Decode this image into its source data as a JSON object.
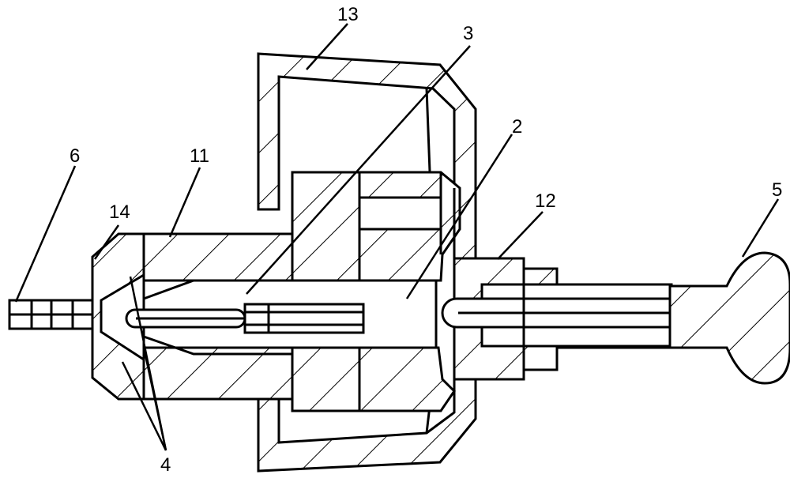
{
  "labels": {
    "l13": "13",
    "l3": "3",
    "l2": "2",
    "l6": "6",
    "l11": "11",
    "l14": "14",
    "l12": "12",
    "l5": "5",
    "l4": "4"
  }
}
